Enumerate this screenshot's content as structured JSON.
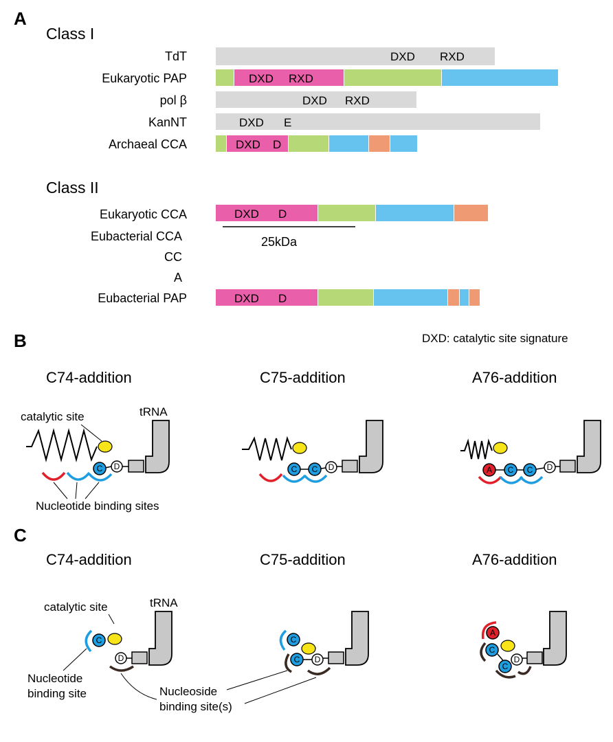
{
  "panel_a": {
    "label": "A",
    "class1": {
      "title": "Class I",
      "rows": [
        {
          "name": "TdT",
          "motifs": [
            "DXD",
            "RXD"
          ]
        },
        {
          "name": "Eukaryotic PAP",
          "motifs": [
            "DXD",
            "RXD"
          ]
        },
        {
          "name": "pol β",
          "motifs": [
            "DXD",
            "RXD"
          ]
        },
        {
          "name": "KanNT",
          "motifs": [
            "DXD",
            "E"
          ]
        },
        {
          "name": "Archaeal CCA",
          "motifs": [
            "DXD",
            "D"
          ]
        }
      ]
    },
    "class2": {
      "title": "Class II",
      "rows": [
        {
          "name": "Eukaryotic CCA",
          "motifs": [
            "DXD",
            "D"
          ]
        },
        {
          "name": "Eubacterial CCA",
          "motifs": []
        },
        {
          "name": "CC",
          "motifs": []
        },
        {
          "name": "A",
          "motifs": []
        },
        {
          "name": "Eubacterial PAP",
          "motifs": [
            "DXD",
            "D"
          ]
        }
      ]
    },
    "scale_label": "25kDa",
    "colors": {
      "gray": "#d9d9d9",
      "pink": "#ea5fa9",
      "green": "#b6d877",
      "blue": "#66c2ef",
      "orange": "#f09a74"
    }
  },
  "panel_b": {
    "label": "B",
    "legend": "DXD: catalytic site signature",
    "phases": [
      "C74-addition",
      "C75-addition",
      "A76-addition"
    ],
    "catalytic_label": "catalytic site",
    "trna_label": "tRNA",
    "binding_label": "Nucleotide binding sites"
  },
  "panel_c": {
    "label": "C",
    "phases": [
      "C74-addition",
      "C75-addition",
      "A76-addition"
    ],
    "catalytic_label": "catalytic site",
    "trna_label": "tRNA",
    "nucleotide_label_line1": "Nucleotide",
    "nucleotide_label_line2": "binding site",
    "nucleoside_label_line1": "Nucleoside",
    "nucleoside_label_line2": "binding site(s)"
  },
  "nucleotides": {
    "c": "C",
    "a": "A",
    "d": "D"
  },
  "colors": {
    "yellow": "#f7e51a",
    "cyan": "#1e9ee0",
    "red": "#e0202a",
    "dark": "#3a2a24",
    "trna": "#c8c8c8"
  }
}
